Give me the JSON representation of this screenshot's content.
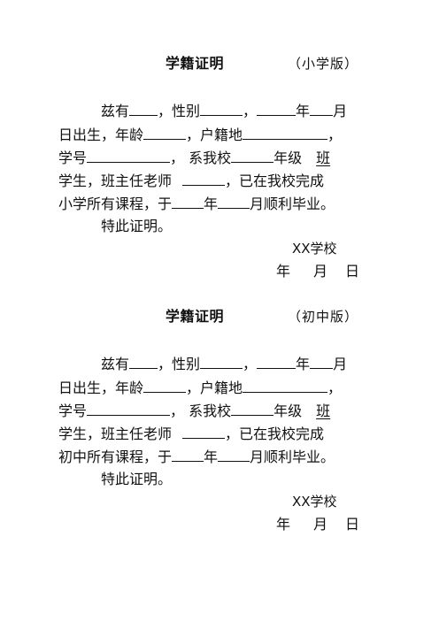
{
  "certificates": [
    {
      "title": "学籍证明",
      "edition": "（小学版）",
      "t_zi": "兹有",
      "t_gender": "，性别",
      "t_comma": "，",
      "t_year": "年",
      "t_month": "月",
      "t_born": "日出生，年龄",
      "t_domicile": "，户籍地",
      "t_comma2": "，",
      "t_studentno": "学号",
      "t_school": "，  系我校",
      "t_grade": "年级",
      "t_class": "班",
      "t_teacher": "学生，班主任老师",
      "t_completed": "，已在我校完成",
      "t_courses": "小学所有课程，于",
      "t_year2": "年",
      "t_graduate": "月顺利毕业。",
      "closing": "特此证明。",
      "signature_school": "XX学校",
      "date_year": "年",
      "date_month": "月",
      "date_day": "日"
    },
    {
      "title": "学籍证明",
      "edition": "（初中版）",
      "t_zi": "兹有",
      "t_gender": "，性别",
      "t_comma": "，",
      "t_year": "年",
      "t_month": "月",
      "t_born": "日出生，年龄",
      "t_domicile": "，户籍地",
      "t_comma2": "，",
      "t_studentno": "学号",
      "t_school": "，  系我校",
      "t_grade": "年级",
      "t_class": "班",
      "t_teacher": "学生，班主任老师",
      "t_completed": "，已在我校完成",
      "t_courses": "初中所有课程，于",
      "t_year2": "年",
      "t_graduate": "月顺利毕业。",
      "closing": "特此证明。",
      "signature_school": "XX学校",
      "date_year": "年",
      "date_month": "月",
      "date_day": "日"
    }
  ]
}
